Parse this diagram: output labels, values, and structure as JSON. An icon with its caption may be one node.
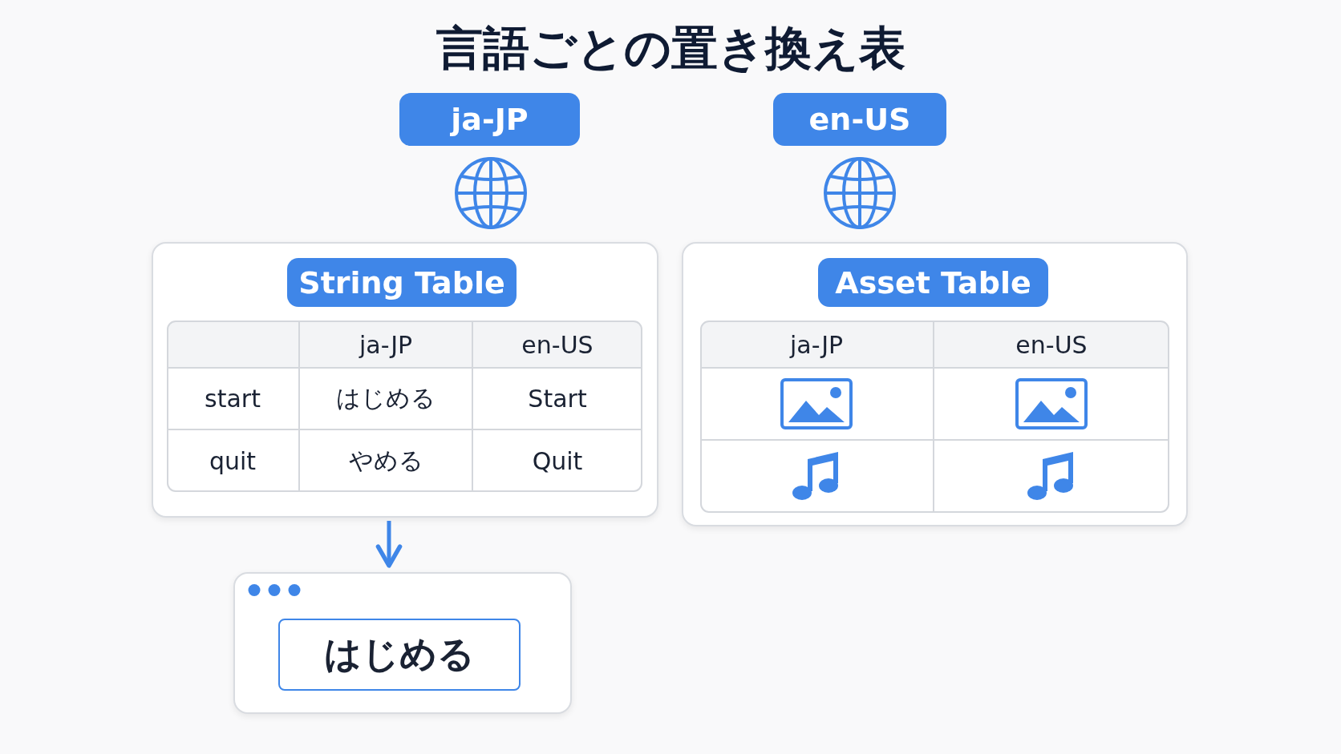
{
  "diagram": {
    "title": "言語ごとの置き換え表",
    "nodes": [
      {
        "text": [
          "ja-JP"
        ]
      },
      {
        "text": [
          "en-US"
        ]
      },
      {
        "text": [],
        "shape": "box"
      },
      {
        "text": [
          "String Table"
        ],
        "in": 2
      },
      {
        "text": [],
        "shape": "box"
      },
      {
        "text": [
          "Asset Table"
        ],
        "in": 4
      },
      {
        "text": [],
        "shape": "box"
      },
      {
        "text": [
          "はじめる"
        ],
        "in": 6
      }
    ],
    "edges": [
      {
        "from": 2,
        "to": 6,
        "arrow": "to"
      }
    ],
    "labels": [
      "ja-JP",
      "en-US",
      "start",
      "はじめる",
      "Start",
      "quit",
      "やめる",
      "Quit",
      "ja-JP",
      "en-US"
    ]
  }
}
